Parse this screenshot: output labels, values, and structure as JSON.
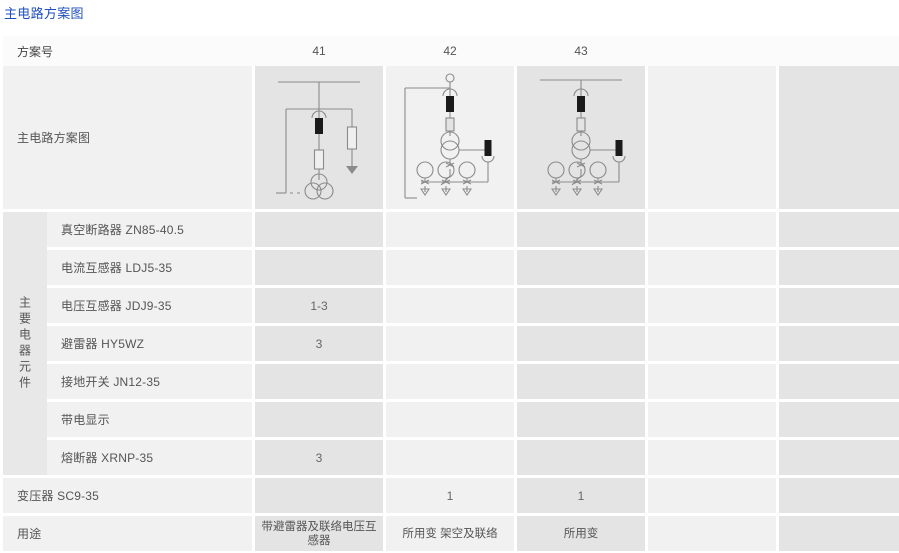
{
  "page": {
    "title": "主电路方案图",
    "title_color": "#1f4fbf",
    "border_color": "#1a4fb4"
  },
  "table": {
    "header": {
      "row_label": "方案号",
      "scheme_numbers": [
        "41",
        "42",
        "43",
        "",
        ""
      ]
    },
    "diagram_row": {
      "label": "主电路方案图",
      "cells": [
        "scheme-41-circuit",
        "scheme-42-circuit",
        "scheme-43-circuit",
        "",
        ""
      ]
    },
    "group_label": "主要电器元件",
    "component_rows": [
      {
        "label": "真空断路器 ZN85-40.5",
        "values": [
          "",
          "",
          "",
          "",
          ""
        ]
      },
      {
        "label": "电流互感器 LDJ5-35",
        "values": [
          "",
          "",
          "",
          "",
          ""
        ]
      },
      {
        "label": "电压互感器 JDJ9-35",
        "values": [
          "1-3",
          "",
          "",
          "",
          ""
        ]
      },
      {
        "label": "避雷器 HY5WZ",
        "values": [
          "3",
          "",
          "",
          "",
          ""
        ]
      },
      {
        "label": "接地开关 JN12-35",
        "values": [
          "",
          "",
          "",
          "",
          ""
        ]
      },
      {
        "label": "带电显示",
        "values": [
          "",
          "",
          "",
          "",
          ""
        ]
      },
      {
        "label": "熔断器 XRNP-35",
        "values": [
          "3",
          "",
          "",
          "",
          ""
        ]
      }
    ],
    "transformer_row": {
      "label": "变压器 SC9-35",
      "values": [
        "",
        "1",
        "1",
        "",
        ""
      ]
    },
    "usage_row": {
      "label": "用途",
      "values": [
        "带避雷器及联络电压互感器",
        "所用变 架空及联络",
        "所用变",
        "",
        ""
      ]
    }
  }
}
